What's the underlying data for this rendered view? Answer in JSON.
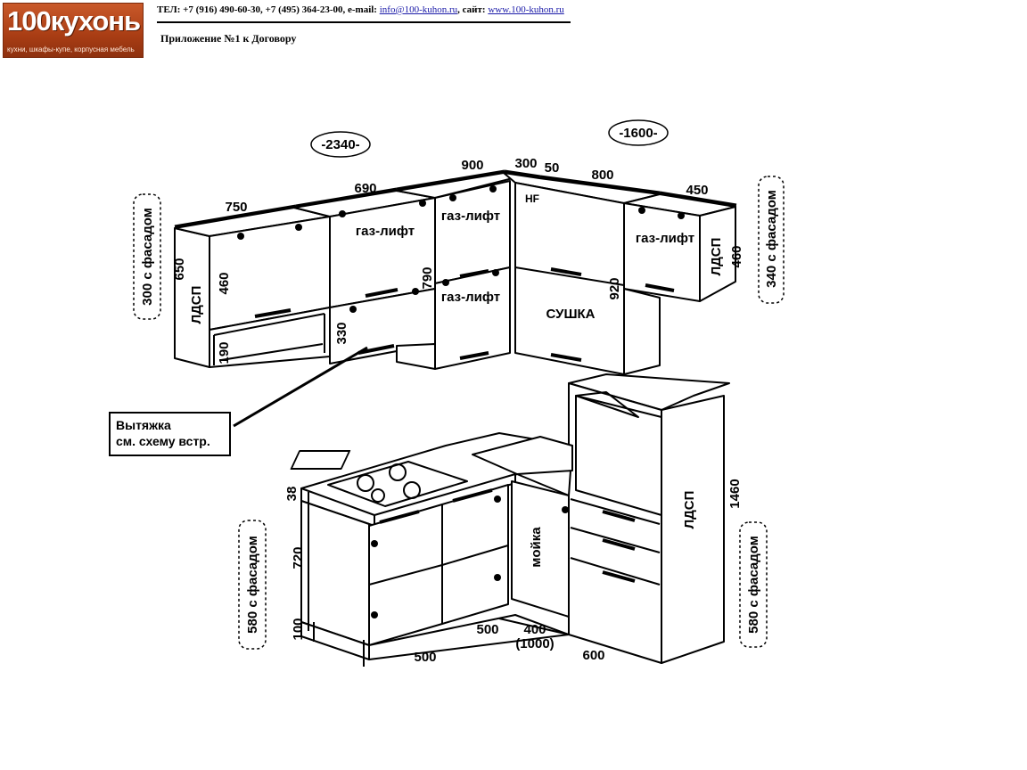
{
  "header": {
    "logo_text": "100кухонь",
    "logo_subtitle": "кухни, шкафы-купе, корпусная мебель",
    "contacts_prefix": "ТЕЛ: +7 (916) 490-60-30, +7 (495) 364-23-00, e-mail:",
    "email": "info@100-kuhon.ru",
    "site_prefix": ", сайт:",
    "site": "www.100-kuhon.ru",
    "appendix": "Приложение №1 к Договору"
  },
  "dimensions": {
    "total_left": "-2340-",
    "total_right": "-1600-",
    "w750": "750",
    "w690": "690",
    "w900": "900",
    "w300": "300",
    "w50": "50",
    "w800": "800",
    "w450": "450",
    "h650": "650",
    "h460_left": "460",
    "h190": "190",
    "h330": "330",
    "h790": "790",
    "h920": "920",
    "h460_right": "460",
    "h1460": "1460",
    "h38": "38",
    "h720": "720",
    "h100": "100",
    "b500_front": "500",
    "b500_side": "500",
    "b400": "400",
    "b1000": "(1000)",
    "b600": "600"
  },
  "labels": {
    "depth_upper_left": "300 с фасадом",
    "depth_upper_right": "340 с фасадом",
    "depth_lower_left": "580 с фасадом",
    "depth_lower_right": "580 с фасадом",
    "ldsp_upper_left": "ЛДСП",
    "ldsp_upper_right": "ЛДСП",
    "ldsp_tall": "ЛДСП",
    "gaslift_1": "газ-лифт",
    "gaslift_2": "газ-лифт",
    "gaslift_3": "газ-лифт",
    "gaslift_4": "газ-лифт",
    "hf": "HF",
    "dryer": "СУШКА",
    "sink": "мойка",
    "hood_line1": "Вытяжка",
    "hood_line2": "см. схему встр."
  }
}
